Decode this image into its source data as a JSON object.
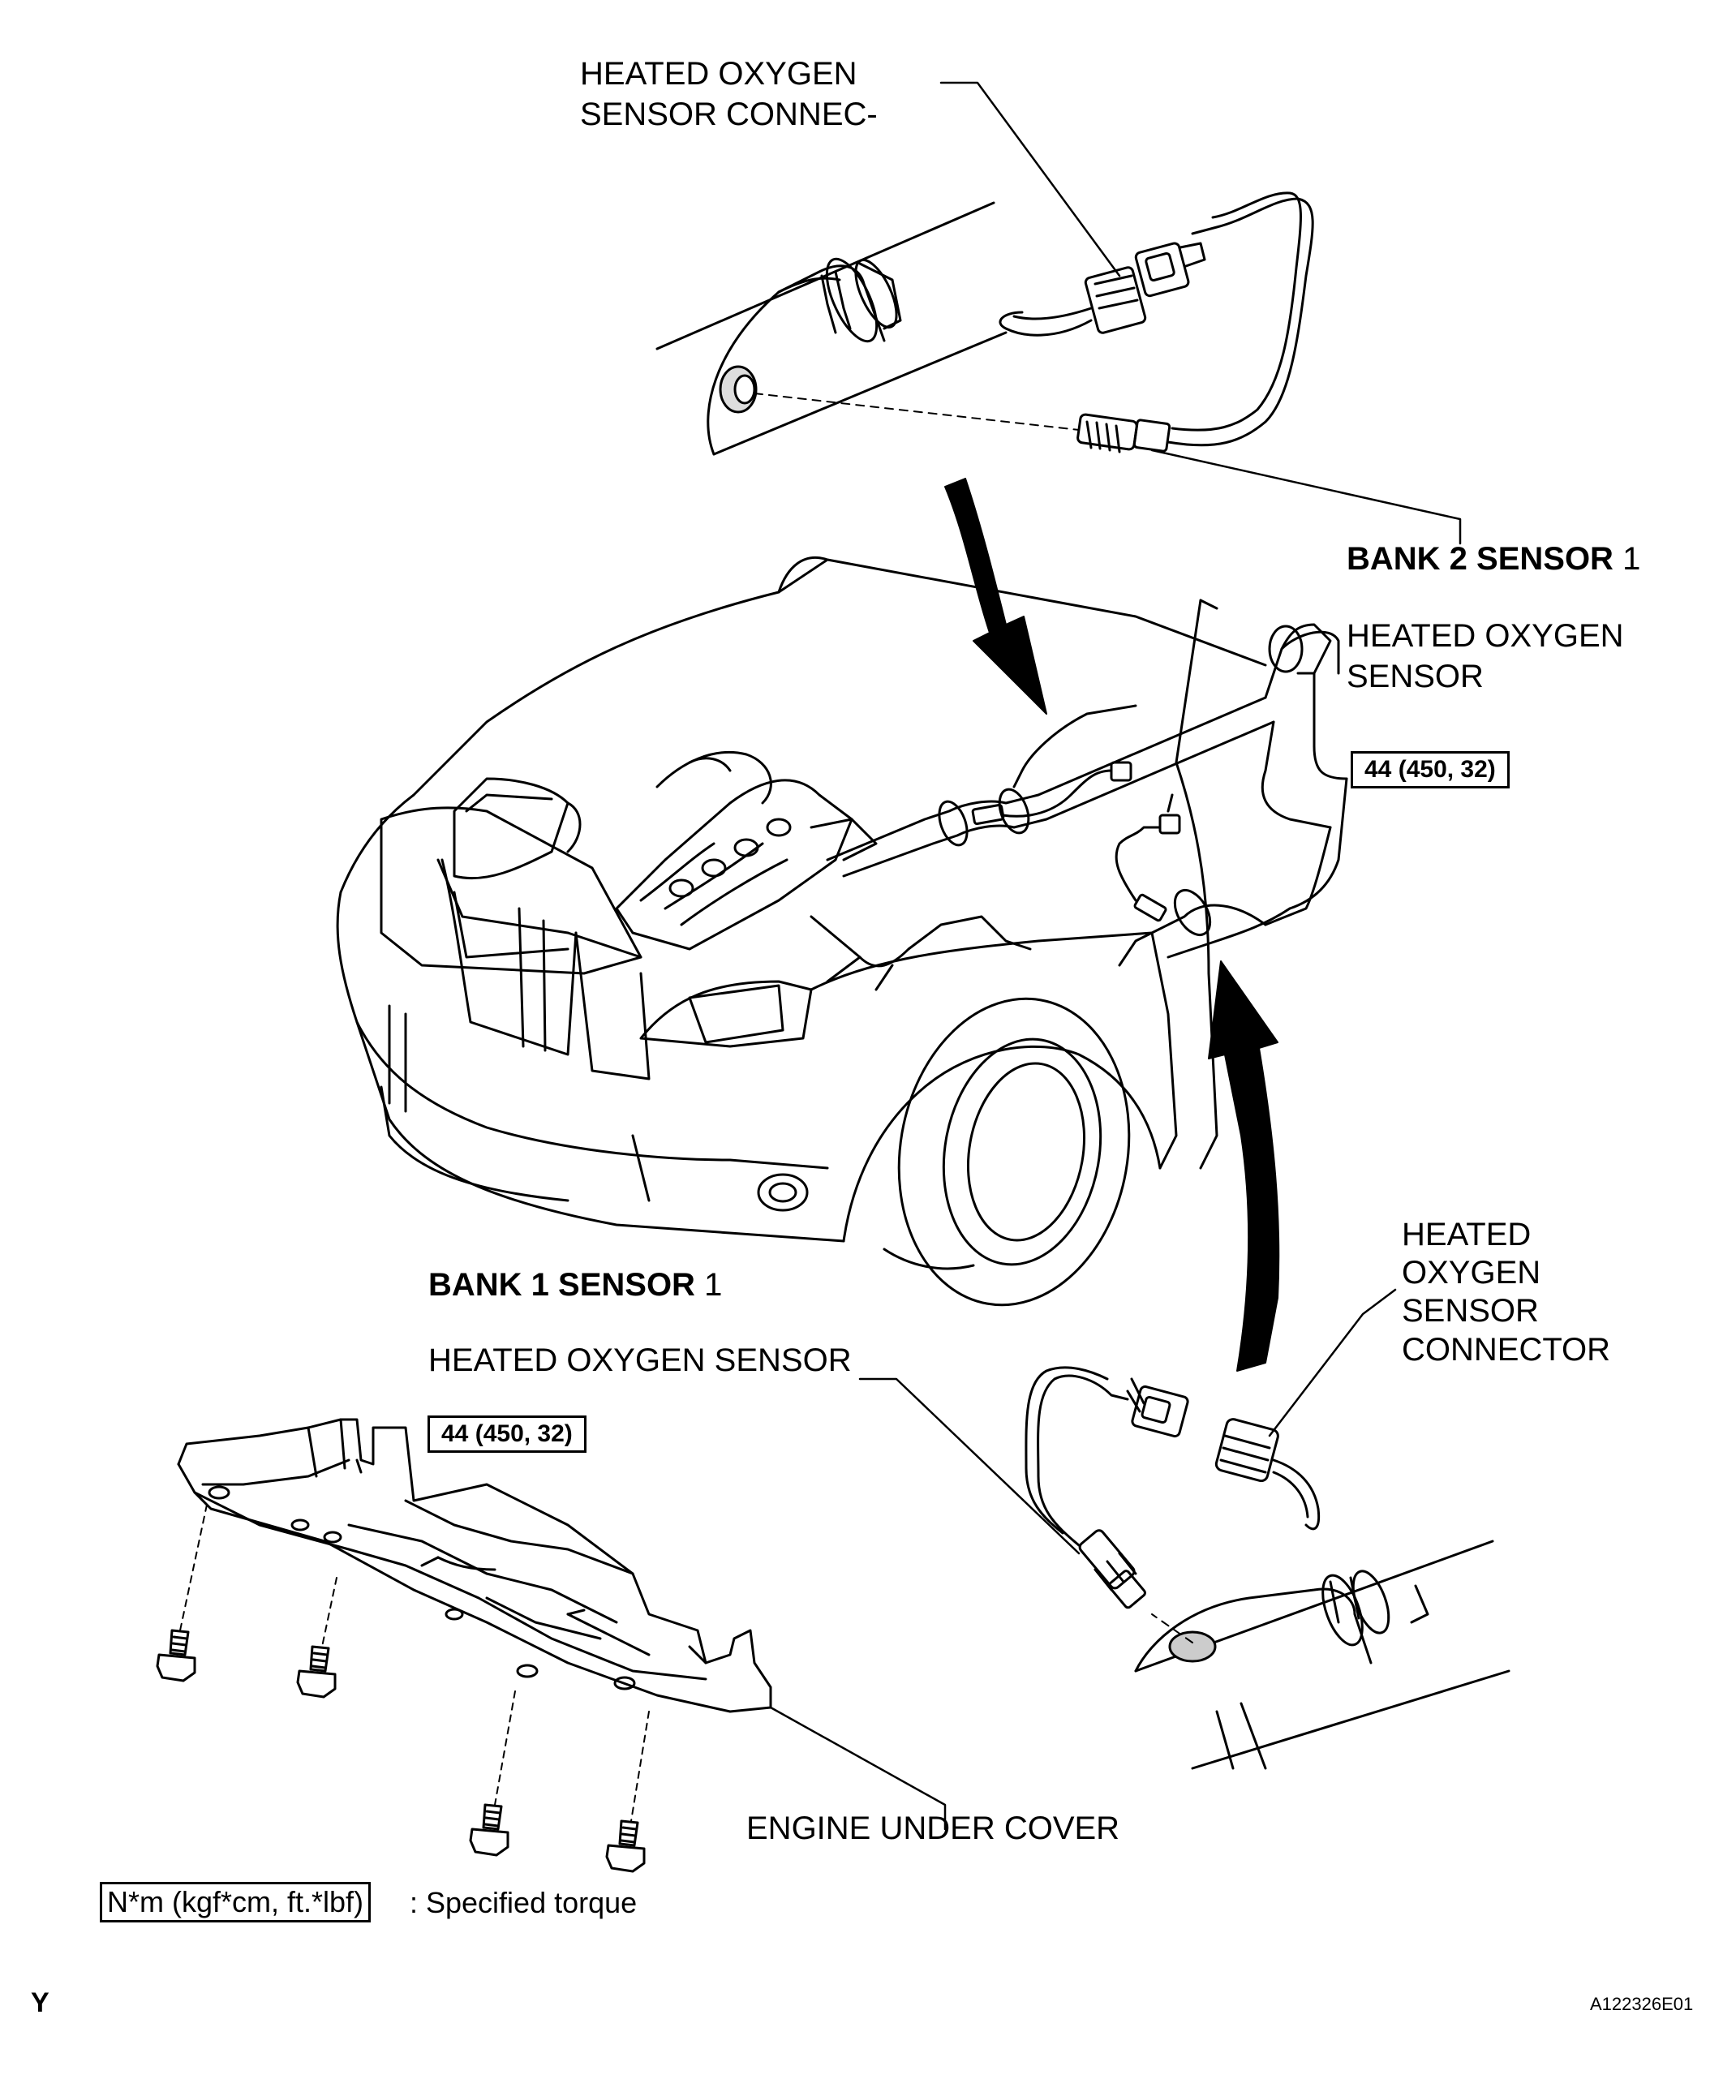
{
  "labels": {
    "top_connector_line1": "HEATED OXYGEN",
    "top_connector_line2": "SENSOR CONNEC-",
    "bank2_title_bold": "BANK 2 SENSOR",
    "bank2_title_num": " 1",
    "bank2_sensor_line1": "HEATED OXYGEN",
    "bank2_sensor_line2": "SENSOR",
    "torque_bank2": "44 (450, 32)",
    "bank1_title_bold": "BANK 1 SENSOR",
    "bank1_title_num": " 1",
    "bank1_sensor": "HEATED OXYGEN SENSOR",
    "torque_bank1": "44 (450, 32)",
    "right_connector_line1": "HEATED",
    "right_connector_line2": "OXYGEN",
    "right_connector_line3": "SENSOR",
    "right_connector_line4": "CONNECTOR",
    "engine_under_cover": "ENGINE UNDER COVER"
  },
  "legend": {
    "unit": "N*m (kgf*cm, ft.*lbf)",
    "description": ": Specified torque"
  },
  "corner_mark": "Y",
  "figure_code": "A122326E01"
}
